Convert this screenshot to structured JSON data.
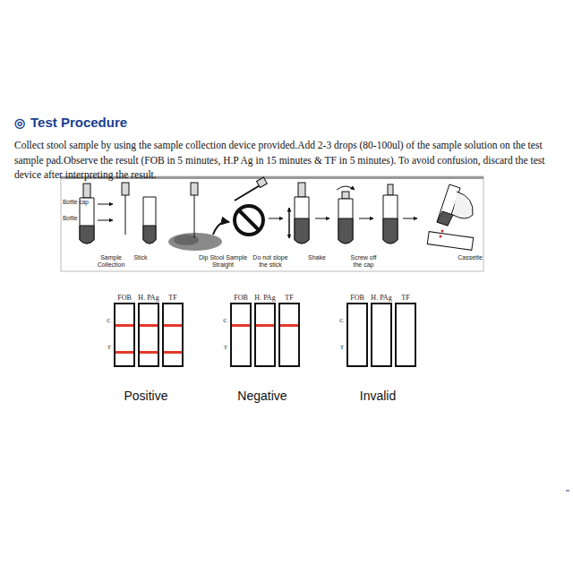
{
  "diagram": {
    "title": "Test Procedure",
    "nodes": [
      {
        "text": [
          "FOB"
        ]
      },
      {
        "text": [
          "H. PAg"
        ]
      },
      {
        "text": [
          "TF"
        ]
      },
      {
        "text": [
          "FOB"
        ]
      },
      {
        "text": [
          "H. PAg"
        ]
      },
      {
        "text": [
          "TF"
        ]
      },
      {
        "text": [
          "FOB"
        ]
      },
      {
        "text": [
          "H. PAg"
        ]
      },
      {
        "text": [
          "TF"
        ]
      }
    ],
    "labels": [
      "◎",
      "Collect stool sample by using the sample collection device provided.Add 2-3 drops (80-100ul) of the sample solution on the test sample pad.Observe the result (FOB in 5 minutes, H.P Ag in 15 minutes & TF in 5 minutes). To avoid confusion, discard the test device after interpreting the result.",
      "Bottle cap",
      "Bottle",
      "Sample Collection",
      "Stick",
      "Dip Stool Sample Straight",
      "Do not slope the stick",
      "Shake",
      "Screw off the cap",
      "Cassette",
      "C",
      "T",
      "C",
      "T",
      "C",
      "T",
      "Positive",
      "Negative",
      "Invalid"
    ]
  }
}
